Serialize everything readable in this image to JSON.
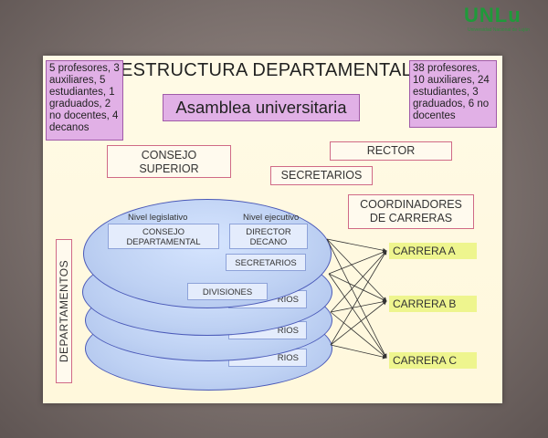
{
  "logo": {
    "text": "UNLu",
    "subtitle": "Universidad Nacional de Luján"
  },
  "title": "ESTRUCTURA DEPARTAMENTAL",
  "asamblea": "Asamblea universitaria",
  "left_note": "5 profesores, 3 auxiliares, 5 estudiantes, 1 graduados, 2 no docentes, 4 decanos",
  "right_note": "38 profesores, 10 auxiliares, 24 estudiantes, 3 graduados, 6 no docentes",
  "consejo_superior": "CONSEJO SUPERIOR",
  "rector": "RECTOR",
  "secretarios_top": "SECRETARIOS",
  "coordinadores": "COORDINADORES DE CARRERAS",
  "departamentos": "DEPARTAMENTOS",
  "nivel_legislativo": "Nivel legislativo",
  "nivel_ejecutivo": "Nivel ejecutivo",
  "consejo_departamental": "CONSEJO DEPARTAMENTAL",
  "director_decano": "DIRECTOR DECANO",
  "secretarios_inner": "SECRETARIOS",
  "divisiones": "DIVISIONES",
  "peek_rios_1": "RIOS",
  "peek_rios_2": "RIOS",
  "peek_rios_3": "RIOS",
  "carreras": [
    "CARRERA A",
    "CARRERA B",
    "CARRERA C"
  ],
  "colors": {
    "violet": "#e1b0e6",
    "pink_border": "#d06a86",
    "disk_border": "#4a59b8",
    "carrera_bg": "#eef58e",
    "logo_green": "#1f9a3a"
  }
}
